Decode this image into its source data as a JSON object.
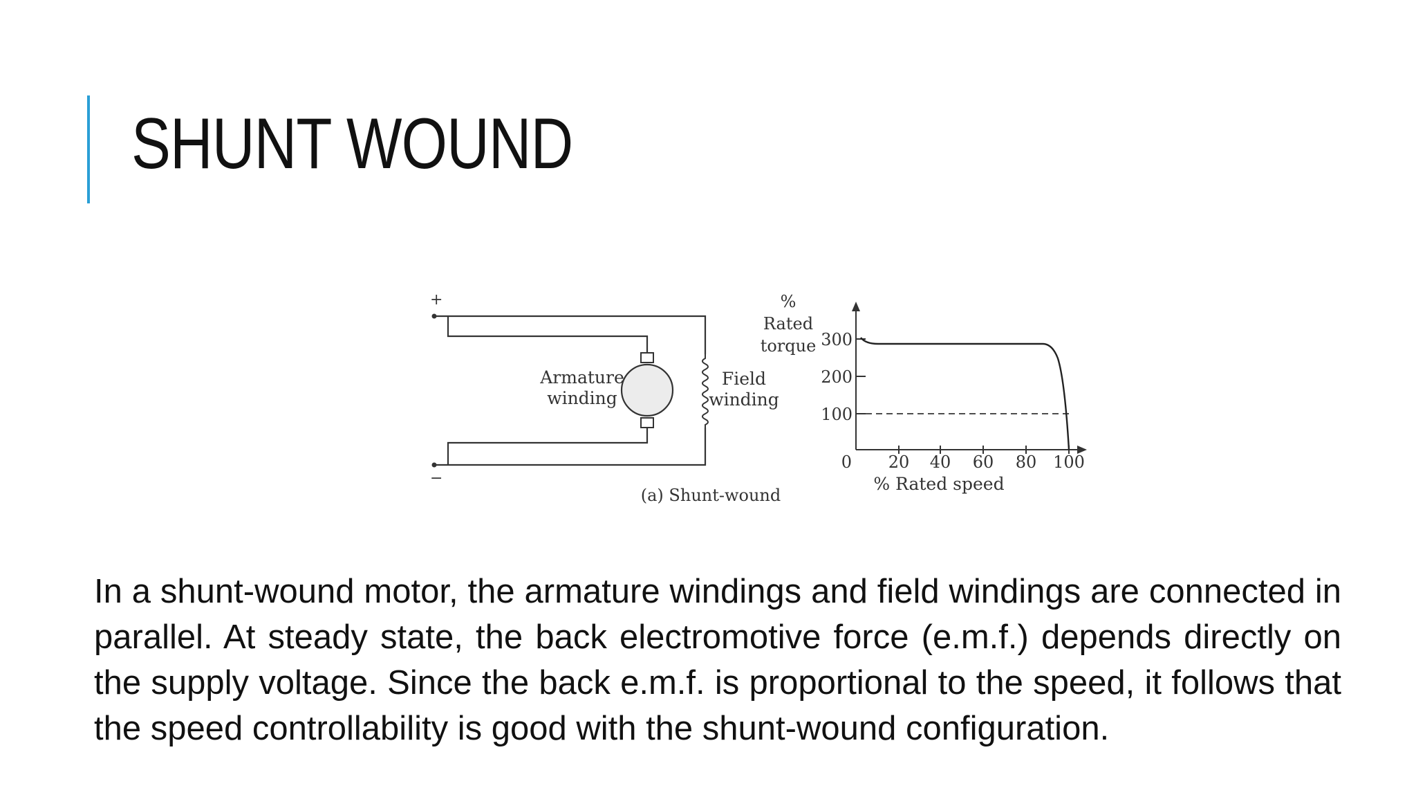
{
  "slide": {
    "title": "SHUNT WOUND",
    "accent_color": "#2a9fd6",
    "body": "In a shunt-wound motor, the armature windings and field windings are connected in parallel. At steady state, the back electromotive force (e.m.f.) depends directly on the supply voltage. Since the back e.m.f. is proportional to the speed, it follows that the speed controllability is good with the shunt-wound configuration."
  },
  "figure": {
    "plus_label": "+",
    "minus_label": "−",
    "armature_label_1": "Armature",
    "armature_label_2": "winding",
    "field_label_1": "Field",
    "field_label_2": "winding",
    "caption": "(a) Shunt-wound",
    "graph": {
      "y_label_1": "%",
      "y_label_2": "Rated",
      "y_label_3": "torque",
      "y_ticks": [
        "300",
        "200",
        "100"
      ],
      "origin_label": "0",
      "x_ticks": [
        "20",
        "40",
        "60",
        "80",
        "100"
      ],
      "x_label": "% Rated speed"
    }
  }
}
